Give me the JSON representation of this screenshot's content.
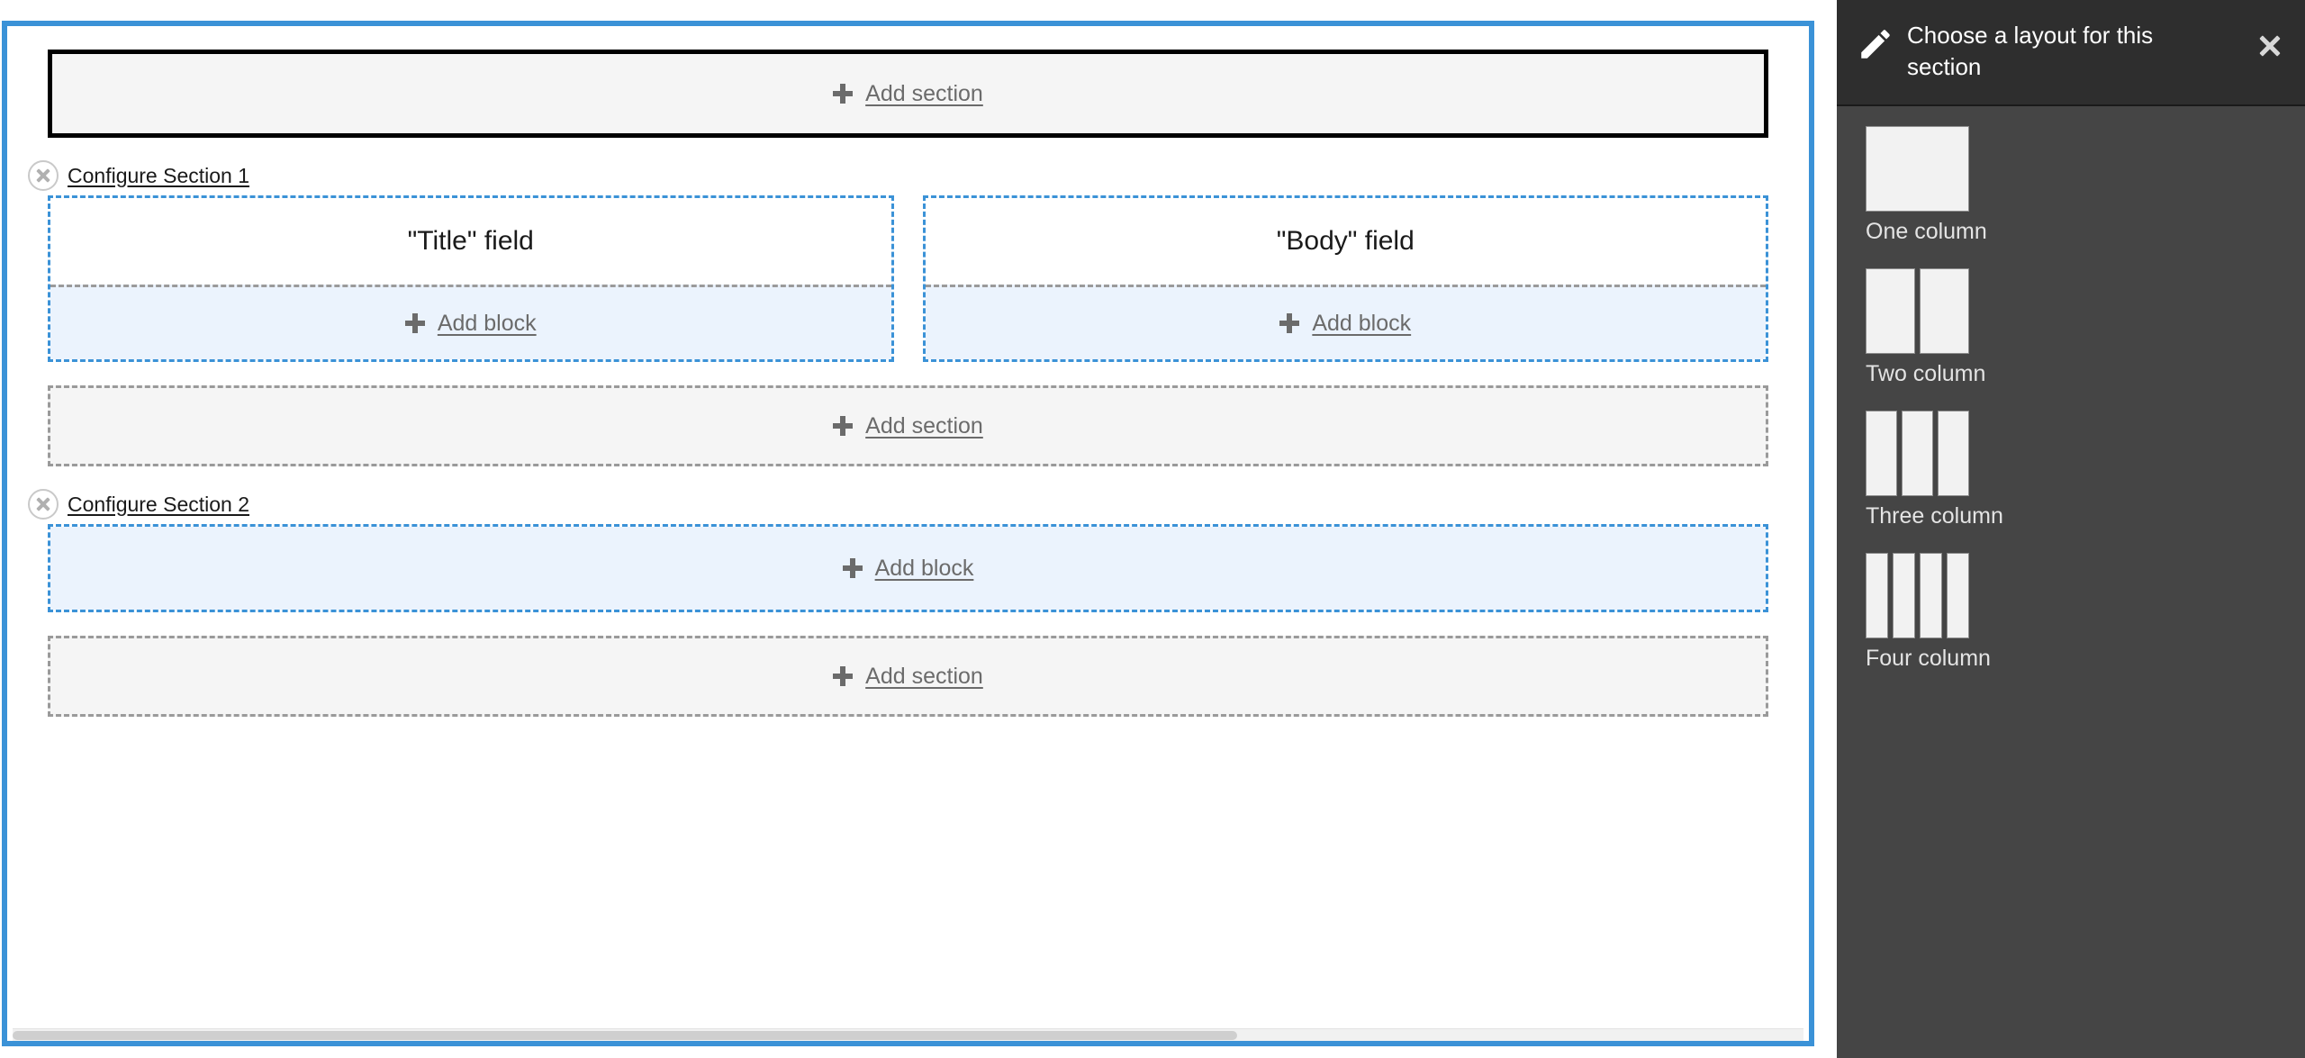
{
  "builder": {
    "top_add_section": {
      "label": "Add section",
      "icon": "plus-icon"
    },
    "sections": [
      {
        "configure_label": "Configure Section 1",
        "close_icon": "close-circle-icon",
        "regions": [
          {
            "field_label": "\"Title\" field",
            "add_block_label": "Add block"
          },
          {
            "field_label": "\"Body\" field",
            "add_block_label": "Add block"
          }
        ]
      },
      {
        "configure_label": "Configure Section 2",
        "close_icon": "close-circle-icon",
        "regions": [
          {
            "field_label": "",
            "add_block_label": "Add block"
          }
        ]
      }
    ],
    "middle_add_section": {
      "label": "Add section",
      "icon": "plus-icon"
    },
    "bottom_add_section": {
      "label": "Add section",
      "icon": "plus-icon"
    }
  },
  "tray": {
    "title": "Choose a layout for this section",
    "pencil_icon": "pencil-icon",
    "close_icon": "close-icon",
    "options": [
      {
        "label": "One column",
        "columns": 1
      },
      {
        "label": "Two column",
        "columns": 2
      },
      {
        "label": "Three column",
        "columns": 3
      },
      {
        "label": "Four column",
        "columns": 4
      }
    ]
  },
  "colors": {
    "focus_blue": "#3b92d7",
    "region_blue": "#3b92d7",
    "add_block_bg": "#ebf3fd",
    "dashed_gray": "#9a9a9a",
    "tray_bg": "#454545",
    "tray_header_bg": "#2e2e2e"
  }
}
